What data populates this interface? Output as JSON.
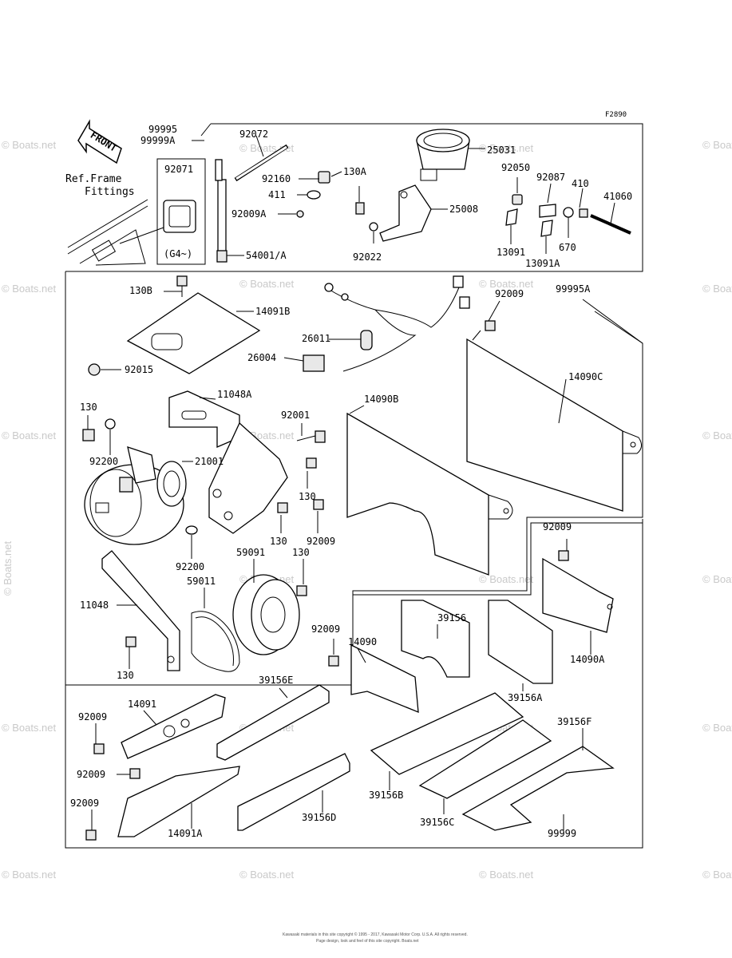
{
  "figure_code": "F2890",
  "front_label": "FRONT",
  "ref_note": {
    "line1": "Ref.Frame",
    "line2": "Fittings"
  },
  "inset_note": "(G4~)",
  "watermark": "© Boats.net",
  "footer": {
    "line1": "Kawasaki materials in this site copyright © 1995 - 2017, Kawasaki Motor Corp. U.S.A. All rights reserved.",
    "line2": "Page design, look and feel of this site copyright. Boats.net"
  },
  "labels": {
    "p99995": "99995",
    "p99999A": "99999A",
    "p92072": "92072",
    "p25031": "25031",
    "p92071": "92071",
    "p92160": "92160",
    "p130A": "130A",
    "p411": "411",
    "p92009a": "92009A",
    "p25008": "25008",
    "p92050": "92050",
    "p92087": "92087",
    "p410": "410",
    "p41060": "41060",
    "p13091": "13091",
    "p13091A": "13091A",
    "p670": "670",
    "p92022": "92022",
    "p54001A": "54001/A",
    "p130B": "130B",
    "p14091B": "14091B",
    "p92009_1": "92009",
    "p99995A": "99995A",
    "p26011": "26011",
    "p26004": "26004",
    "p92015": "92015",
    "p14090C": "14090C",
    "p11048A": "11048A",
    "p14090B": "14090B",
    "p130_1": "130",
    "p92001": "92001",
    "p92200_1": "92200",
    "p21001": "21001",
    "p130_2": "130",
    "p130_3": "130",
    "p92009_2": "92009",
    "p92009_3": "92009",
    "p92200_2": "92200",
    "p59091": "59091",
    "p130_4": "130",
    "p59011": "59011",
    "p11048": "11048",
    "p39156": "39156",
    "p92009_4": "92009",
    "p14090": "14090",
    "p14090A": "14090A",
    "p130_5": "130",
    "p39156A": "39156A",
    "p39156E": "39156E",
    "p14091": "14091",
    "p92009_5": "92009",
    "p39156F": "39156F",
    "p92009_6": "92009",
    "p92009_7": "92009",
    "p39156B": "39156B",
    "p39156D": "39156D",
    "p39156C": "39156C",
    "p14091A": "14091A",
    "p99999": "99999"
  }
}
